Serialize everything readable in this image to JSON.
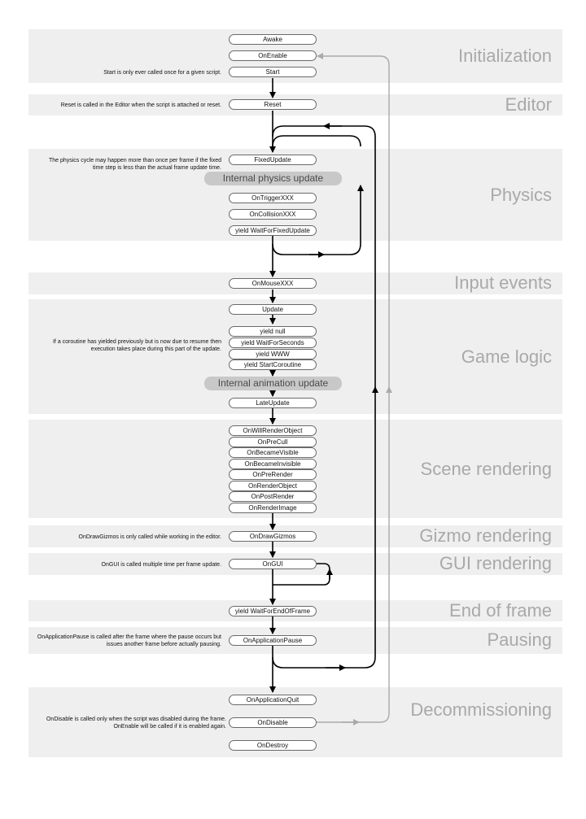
{
  "sections": {
    "initialization": "Initialization",
    "editor": "Editor",
    "physics": "Physics",
    "input_events": "Input events",
    "game_logic": "Game logic",
    "scene_rendering": "Scene rendering",
    "gizmo_rendering": "Gizmo rendering",
    "gui_rendering": "GUI rendering",
    "end_of_frame": "End of frame",
    "pausing": "Pausing",
    "decommissioning": "Decommissioning"
  },
  "steps": {
    "awake": "Awake",
    "on_enable": "OnEnable",
    "start": "Start",
    "reset": "Reset",
    "fixed_update": "FixedUpdate",
    "internal_physics": "Internal physics update",
    "on_trigger": "OnTriggerXXX",
    "on_collision": "OnCollisionXXX",
    "yield_fixed": "yield WaitForFixedUpdate",
    "on_mouse": "OnMouseXXX",
    "update": "Update",
    "yield_null": "yield null",
    "yield_seconds": "yield WaitForSeconds",
    "yield_www": "yield WWW",
    "yield_coroutine": "yield StartCoroutine",
    "internal_animation": "Internal animation update",
    "late_update": "LateUpdate",
    "on_will_render": "OnWillRenderObject",
    "on_pre_cull": "OnPreCull",
    "on_became_visible": "OnBecameVisible",
    "on_became_invisible": "OnBecameInvisible",
    "on_pre_render": "OnPreRender",
    "on_render_object": "OnRenderObject",
    "on_post_render": "OnPostRender",
    "on_render_image": "OnRenderImage",
    "on_draw_gizmos": "OnDrawGizmos",
    "on_gui": "OnGUI",
    "yield_end_of_frame": "yield WaitForEndOfFrame",
    "on_application_pause": "OnApplicationPause",
    "on_application_quit": "OnApplicationQuit",
    "on_disable": "OnDisable",
    "on_destroy": "OnDestroy"
  },
  "notes": {
    "start": "Start is only ever called once for a given script.",
    "reset": "Reset is called in the Editor when the script is attached or reset.",
    "physics": "The physics cycle may happen more than once per frame if the fixed time step is less than the actual frame update time.",
    "coroutine": "If a coroutine has yielded previously but is now due to resume then execution takes place during this part of the update.",
    "gizmos": "OnDrawGizmos is only called while working in the editor.",
    "gui": "OnGUI is called multiple time per frame update.",
    "pause": "OnApplicationPause is called after the frame where the pause occurs but issues another frame before actually pausing.",
    "disable": "OnDisable is called only when the script was disabled during the frame. OnEnable will be called if it is enabled again."
  }
}
